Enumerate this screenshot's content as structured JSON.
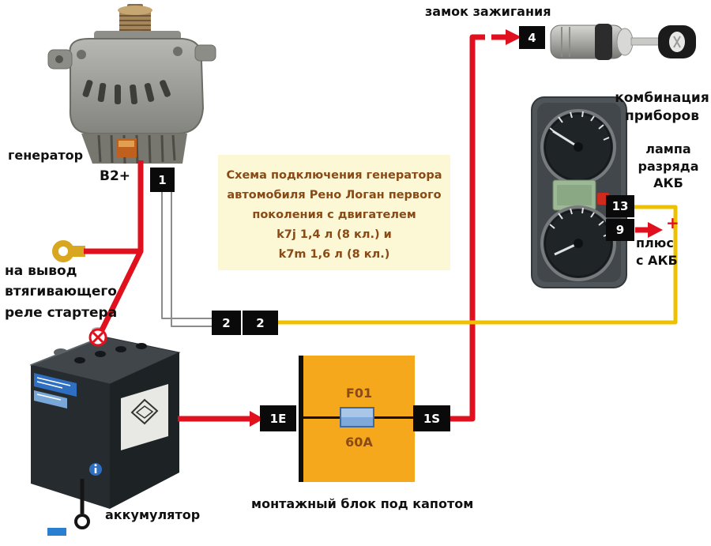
{
  "info_box": {
    "lines": [
      "Схема подключения генератора",
      "автомобиля Рено Логан первого",
      "поколения с двигателем",
      "k7j 1,4 л (8 кл.) и",
      "k7m 1,6 л (8 кл.)"
    ]
  },
  "labels": {
    "ignition_lock": "замок зажигания",
    "generator": "генератор",
    "terminal_b2": "B2+",
    "cluster_line1": "комбинация",
    "cluster_line2": "приборов",
    "charge_lamp_line1": "лампа",
    "charge_lamp_line2": "разряда",
    "charge_lamp_line3": "АКБ",
    "plus_sign": "+",
    "plus_akb_line1": "плюс",
    "plus_akb_line2": "с АКБ",
    "starter_line1": "на вывод",
    "starter_line2": "втягивающего",
    "starter_line3": "реле стартера",
    "battery": "аккумулятор",
    "fuse_box": "монтажный блок под капотом"
  },
  "connectors": {
    "generator_output": "1",
    "ignition_switch": "4",
    "harness_a": "2",
    "harness_b": "2",
    "cluster_pin13": "13",
    "cluster_pin9": "9",
    "fuse_input": "1E",
    "fuse_output": "1S"
  },
  "fuse": {
    "name": "F01",
    "rating": "60A"
  },
  "colors": {
    "wire_red": "#e0101e",
    "wire_yellow": "#edc100",
    "wire_thin": "#8c8c8c",
    "info_bg": "#fcf8d6",
    "info_text": "#8a4a16",
    "fusebox_bg": "#f6a81c",
    "connector_bg": "#0a0a0a",
    "connector_text": "#ffffff",
    "battery_mark_blue": "#2a7fd0"
  }
}
